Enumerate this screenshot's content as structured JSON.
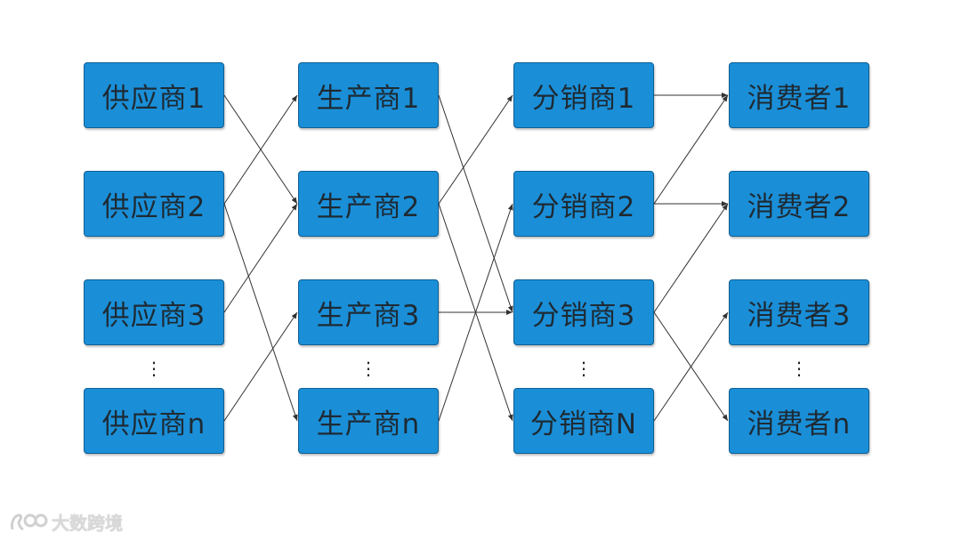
{
  "columns": [
    {
      "nodes": [
        "供应商1",
        "供应商2",
        "供应商3",
        "供应商n"
      ],
      "ellipsis": "⋮"
    },
    {
      "nodes": [
        "生产商1",
        "生产商2",
        "生产商3",
        "生产商n"
      ],
      "ellipsis": "⋮"
    },
    {
      "nodes": [
        "分销商1",
        "分销商2",
        "分销商3",
        "分销商N"
      ],
      "ellipsis": "⋮"
    },
    {
      "nodes": [
        "消费者1",
        "消费者2",
        "消费者3",
        "消费者n"
      ],
      "ellipsis": "⋮"
    }
  ],
  "edges": [
    {
      "from": [
        0,
        0
      ],
      "to": [
        1,
        1
      ]
    },
    {
      "from": [
        0,
        1
      ],
      "to": [
        1,
        0
      ]
    },
    {
      "from": [
        0,
        1
      ],
      "to": [
        1,
        3
      ]
    },
    {
      "from": [
        0,
        2
      ],
      "to": [
        1,
        1
      ]
    },
    {
      "from": [
        0,
        3
      ],
      "to": [
        1,
        2
      ]
    },
    {
      "from": [
        1,
        0
      ],
      "to": [
        2,
        2
      ]
    },
    {
      "from": [
        1,
        1
      ],
      "to": [
        2,
        0
      ]
    },
    {
      "from": [
        1,
        1
      ],
      "to": [
        2,
        3
      ]
    },
    {
      "from": [
        1,
        2
      ],
      "to": [
        2,
        2
      ]
    },
    {
      "from": [
        1,
        3
      ],
      "to": [
        2,
        1
      ]
    },
    {
      "from": [
        2,
        0
      ],
      "to": [
        3,
        0
      ]
    },
    {
      "from": [
        2,
        1
      ],
      "to": [
        3,
        0
      ]
    },
    {
      "from": [
        2,
        1
      ],
      "to": [
        3,
        1
      ]
    },
    {
      "from": [
        2,
        2
      ],
      "to": [
        3,
        1
      ]
    },
    {
      "from": [
        2,
        2
      ],
      "to": [
        3,
        3
      ]
    },
    {
      "from": [
        2,
        3
      ],
      "to": [
        3,
        2
      ]
    }
  ],
  "colors": {
    "node_fill": "#1a8fd8",
    "node_border": "#0f5f93",
    "edge": "#333333"
  },
  "watermark": {
    "text": "大数跨境",
    "icon": "brand-logo-icon"
  }
}
